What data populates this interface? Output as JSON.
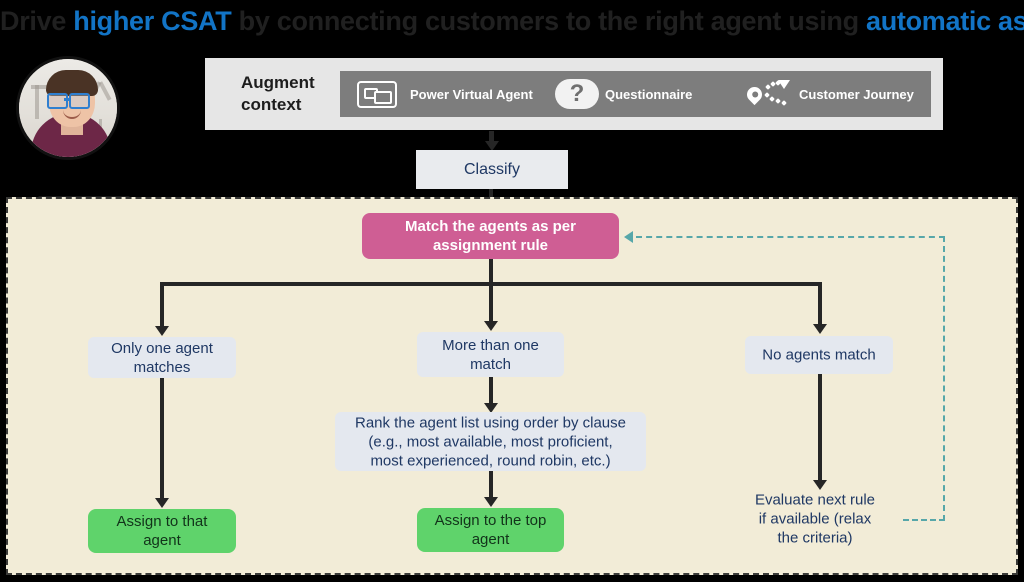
{
  "title": {
    "part1": "Drive ",
    "highlight1": "higher CSAT",
    "part2": " by connecting customers to the right agent using ",
    "highlight2": "automatic assignment",
    "part3": ".",
    "dark_color": "#202020",
    "accent_color": "#1274c6"
  },
  "presenter": {
    "avatar_alt": "presenter-headshot",
    "name": ""
  },
  "augment_bar": {
    "label_line1": "Augment",
    "label_line2": "context",
    "buttons": [
      {
        "id": "power-virtual-agent",
        "label": "Power Virtual Agent",
        "icon": "chat-bubble-icon"
      },
      {
        "id": "questionnaire",
        "label": "Questionnaire",
        "icon": "question-mark-icon"
      },
      {
        "id": "customer-journey",
        "label": "Customer Journey",
        "icon": "journey-path-icon"
      }
    ],
    "bar_color": "#e6e6e6",
    "button_color": "#7d7d7d"
  },
  "flow": {
    "classify": "Classify",
    "match_rule": "Match the agents as per\nassignment rule",
    "branch_one": "Only one agent\nmatches",
    "branch_more": "More than one\nmatch",
    "branch_none": "No agents match",
    "rank": "Rank the agent list using order by clause\n(e.g., most available, most proficient,\nmost experienced, round robin, etc.)",
    "assign_that": "Assign to that\nagent",
    "assign_top": "Assign to the top\nagent",
    "evaluate": "Evaluate next rule\nif available (relax\nthe criteria)"
  },
  "colors": {
    "panel_background": "#f2ecd7",
    "panel_border": "#3a3a38",
    "pink_node": "#cf5e94",
    "blue_node": "#e4e8ef",
    "green_node": "#5fd36b",
    "node_text": "#1f3864",
    "connector": "#262626",
    "feedback_dashed": "#57a7a9"
  }
}
